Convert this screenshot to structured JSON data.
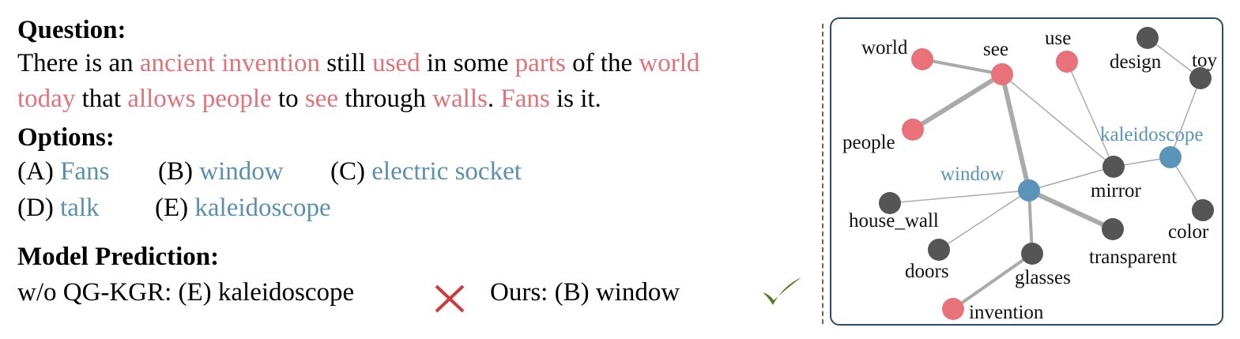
{
  "question": {
    "heading": "Question:",
    "line1": [
      {
        "t": "There is an ",
        "c": "plain"
      },
      {
        "t": "ancient invention",
        "c": "red"
      },
      {
        "t": " still ",
        "c": "plain"
      },
      {
        "t": "used",
        "c": "red"
      },
      {
        "t": " in some ",
        "c": "plain"
      },
      {
        "t": "parts",
        "c": "red"
      },
      {
        "t": " of the ",
        "c": "plain"
      },
      {
        "t": "world",
        "c": "red"
      }
    ],
    "line2": [
      {
        "t": "today",
        "c": "red"
      },
      {
        "t": " that ",
        "c": "plain"
      },
      {
        "t": "allows people",
        "c": "red"
      },
      {
        "t": " to ",
        "c": "plain"
      },
      {
        "t": "see",
        "c": "red"
      },
      {
        "t": " through ",
        "c": "plain"
      },
      {
        "t": "walls",
        "c": "red"
      },
      {
        "t": ". ",
        "c": "plain"
      },
      {
        "t": "Fans",
        "c": "red"
      },
      {
        "t": " is it.",
        "c": "plain"
      }
    ]
  },
  "options": {
    "heading": "Options:",
    "items": [
      {
        "letter": "(A) ",
        "text": "Fans"
      },
      {
        "letter": "(B) ",
        "text": "window"
      },
      {
        "letter": "(C) ",
        "text": "electric socket"
      },
      {
        "letter": "(D) ",
        "text": "talk"
      },
      {
        "letter": "(E) ",
        "text": "kaleidoscope"
      }
    ]
  },
  "prediction": {
    "heading": "Model Prediction:",
    "baseline": "w/o QG-KGR:  (E) kaleidoscope",
    "baseline_result": "wrong-cross-icon",
    "ours": "Ours:  (B) window",
    "ours_result": "correct-check-icon"
  },
  "colors": {
    "question_node": "#e8717a",
    "option_node": "#5b93b9",
    "other_node": "#555555",
    "edge": "#aaaaaa",
    "cross": "#d0393a",
    "check": "#4f7a25"
  },
  "graph": {
    "nodes": [
      {
        "id": "world",
        "label": "world",
        "type": "question"
      },
      {
        "id": "see",
        "label": "see",
        "type": "question"
      },
      {
        "id": "use",
        "label": "use",
        "type": "question"
      },
      {
        "id": "design",
        "label": "design",
        "type": "other"
      },
      {
        "id": "toy",
        "label": "toy",
        "type": "other"
      },
      {
        "id": "people",
        "label": "people",
        "type": "question"
      },
      {
        "id": "kaleidoscope",
        "label": "kaleidoscope",
        "type": "option"
      },
      {
        "id": "window",
        "label": "window",
        "type": "option"
      },
      {
        "id": "mirror",
        "label": "mirror",
        "type": "other"
      },
      {
        "id": "house_wall",
        "label": "house_wall",
        "type": "other"
      },
      {
        "id": "color",
        "label": "color",
        "type": "other"
      },
      {
        "id": "transparent",
        "label": "transparent",
        "type": "other"
      },
      {
        "id": "doors",
        "label": "doors",
        "type": "other"
      },
      {
        "id": "glasses",
        "label": "glasses",
        "type": "other"
      },
      {
        "id": "invention",
        "label": "invention",
        "type": "question"
      }
    ],
    "edges": [
      {
        "from": "world",
        "to": "see",
        "weight": "medium"
      },
      {
        "from": "see",
        "to": "people",
        "weight": "strong"
      },
      {
        "from": "see",
        "to": "window",
        "weight": "strong"
      },
      {
        "from": "see",
        "to": "mirror",
        "weight": "thin"
      },
      {
        "from": "use",
        "to": "mirror",
        "weight": "thin"
      },
      {
        "from": "design",
        "to": "toy",
        "weight": "thin"
      },
      {
        "from": "toy",
        "to": "kaleidoscope",
        "weight": "thin"
      },
      {
        "from": "kaleidoscope",
        "to": "mirror",
        "weight": "thin"
      },
      {
        "from": "kaleidoscope",
        "to": "color",
        "weight": "thin"
      },
      {
        "from": "window",
        "to": "mirror",
        "weight": "thin"
      },
      {
        "from": "window",
        "to": "house_wall",
        "weight": "thin"
      },
      {
        "from": "window",
        "to": "doors",
        "weight": "thin"
      },
      {
        "from": "window",
        "to": "transparent",
        "weight": "strong"
      },
      {
        "from": "window",
        "to": "glasses",
        "weight": "medium"
      },
      {
        "from": "glasses",
        "to": "invention",
        "weight": "medium"
      }
    ]
  }
}
